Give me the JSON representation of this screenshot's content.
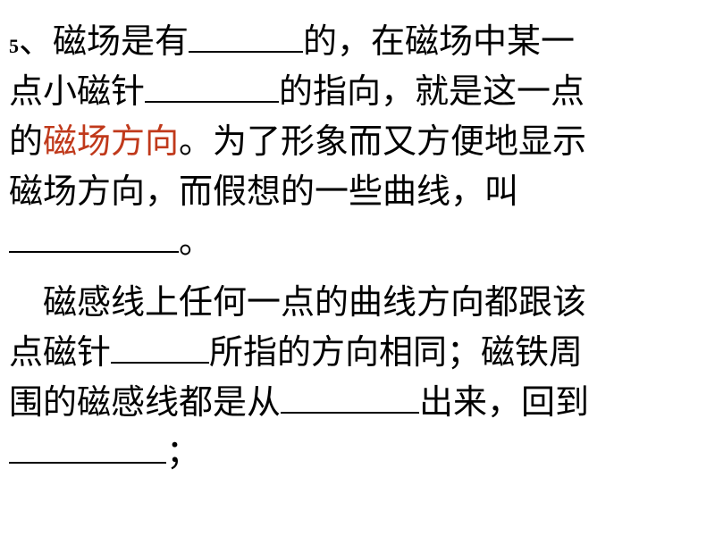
{
  "question": {
    "number": "5",
    "lines": [
      {
        "a": "、磁场是有",
        "b": "的，在磁场中某一"
      },
      {
        "a": "点小磁针",
        "b": "的指向，就是这一点"
      },
      {
        "a": "的",
        "hl": "磁场方向",
        "b": "。为了形象而又方便地显示"
      },
      {
        "a": "磁场方向，而假想的一些曲线，叫"
      },
      {
        "a": "。"
      }
    ]
  },
  "paragraph2": {
    "lines": [
      {
        "a": "磁感线上任何一点的曲线方向都跟该"
      },
      {
        "a": "点磁针",
        "b": "所指的方向相同；磁铁周"
      },
      {
        "a": "围的磁感线都是从",
        "b": "出来，回到"
      },
      {
        "a": "；"
      }
    ]
  },
  "colors": {
    "highlight": "#c0391b"
  }
}
